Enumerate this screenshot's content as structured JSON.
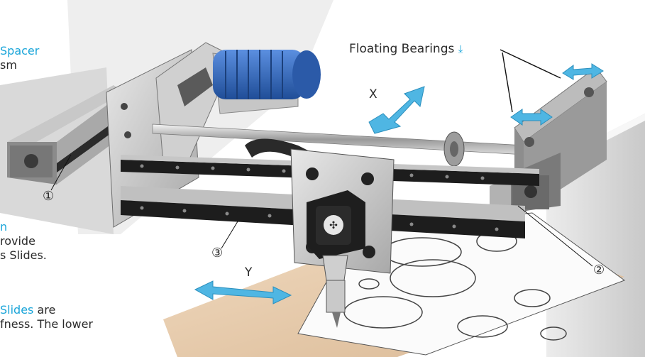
{
  "left_text": {
    "line1_blue": "Spacer",
    "line2": "sm",
    "line3_blue": "n",
    "line4": "rovide",
    "line5": "s Slides.",
    "line6_blue": "Slides",
    "line6_rest": " are",
    "line7": "fness. The lower"
  },
  "labels": {
    "floating_bearings": "Floating Bearings",
    "axis_x": "X",
    "axis_y": "Y",
    "callout_1": "①",
    "callout_2": "②",
    "callout_3": "③"
  },
  "colors": {
    "accent_blue": "#1aa5d9",
    "arrow_blue": "#4fb6e3",
    "motor_blue": "#2f63b5",
    "rail_black": "#1d1d1d"
  }
}
